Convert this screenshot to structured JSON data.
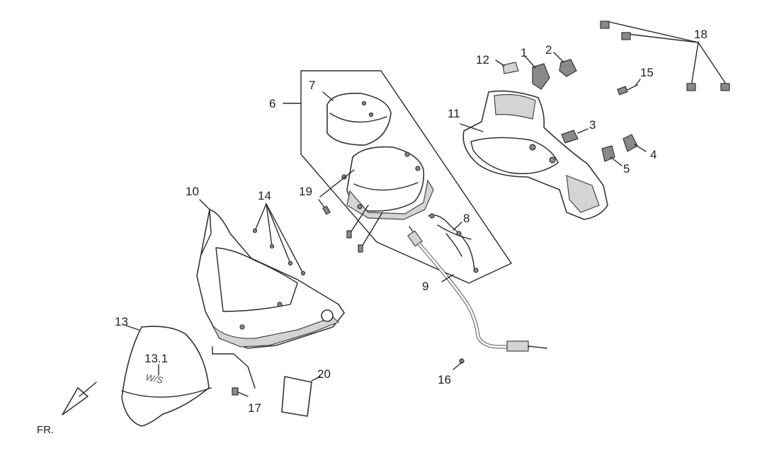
{
  "callouts": [
    {
      "id": "c1",
      "label": "1"
    },
    {
      "id": "c2",
      "label": "2"
    },
    {
      "id": "c3",
      "label": "3"
    },
    {
      "id": "c4",
      "label": "4"
    },
    {
      "id": "c5",
      "label": "5"
    },
    {
      "id": "c6",
      "label": "6"
    },
    {
      "id": "c7",
      "label": "7"
    },
    {
      "id": "c8",
      "label": "8"
    },
    {
      "id": "c9",
      "label": "9"
    },
    {
      "id": "c10",
      "label": "10"
    },
    {
      "id": "c11",
      "label": "11"
    },
    {
      "id": "c12",
      "label": "12"
    },
    {
      "id": "c13",
      "label": "13"
    },
    {
      "id": "c13_1",
      "label": "13.1"
    },
    {
      "id": "c14",
      "label": "14"
    },
    {
      "id": "c15",
      "label": "15"
    },
    {
      "id": "c16",
      "label": "16"
    },
    {
      "id": "c17",
      "label": "17"
    },
    {
      "id": "c18",
      "label": "18"
    },
    {
      "id": "c19",
      "label": "19"
    },
    {
      "id": "c20",
      "label": "20"
    }
  ],
  "direction_label": "FR.",
  "windshield_logo": "W/S"
}
